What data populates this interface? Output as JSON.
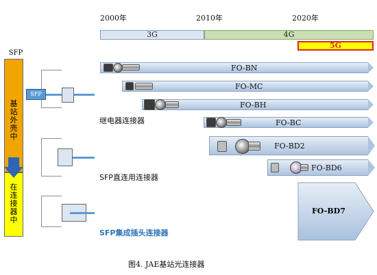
{
  "timeline": {
    "years": [
      "2000年",
      "2010年",
      "2020年"
    ],
    "eras": [
      {
        "label": "3G",
        "color": "#dce6f2"
      },
      {
        "label": "4G",
        "color": "#c9dfb3"
      },
      {
        "label": "5G",
        "color": "#ffff00"
      }
    ]
  },
  "left_panel": {
    "sfp_top_label": "SFP",
    "upper_text": "基站外壳中",
    "lower_text": "在连接器中",
    "upper_color": "#f0a500",
    "lower_color": "#ffff00"
  },
  "sfp_box_label": "SFP",
  "products": [
    {
      "label": "FO-BN"
    },
    {
      "label": "FO-MC"
    },
    {
      "label": "FO-BH"
    },
    {
      "label": "FO-BC"
    },
    {
      "label": "FO-BD2"
    },
    {
      "label": "FO-BD6"
    },
    {
      "label": "FO-BD7"
    }
  ],
  "categories": {
    "relay": "继电器连接器",
    "sfp_direct": "SFP直连用连接器",
    "sfp_integrated": "SFP集成插头连接器"
  },
  "caption": "图4. JAE基站光连接器",
  "colors": {
    "arrow_fill": "#c5d6ea",
    "accent_blue": "#2e75b6",
    "red_border": "#e0252a"
  }
}
